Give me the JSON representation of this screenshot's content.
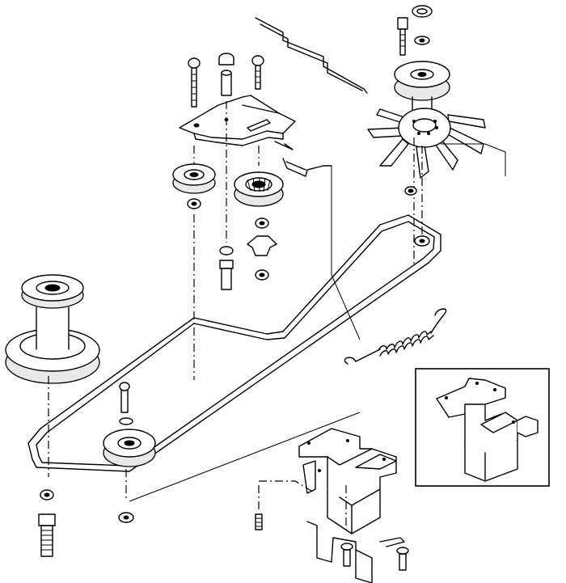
{
  "diagram": {
    "kind": "exploded-parts-drawing",
    "line_color": "#000000",
    "background": "#ffffff",
    "parts": [
      "belt-tension-spring",
      "drive-belt",
      "engine-pulley",
      "idler-pulley",
      "fan-pulley",
      "cooling-fan",
      "pivot-bracket",
      "mounting-bracket",
      "bracket-detail-inset"
    ],
    "labels": []
  }
}
